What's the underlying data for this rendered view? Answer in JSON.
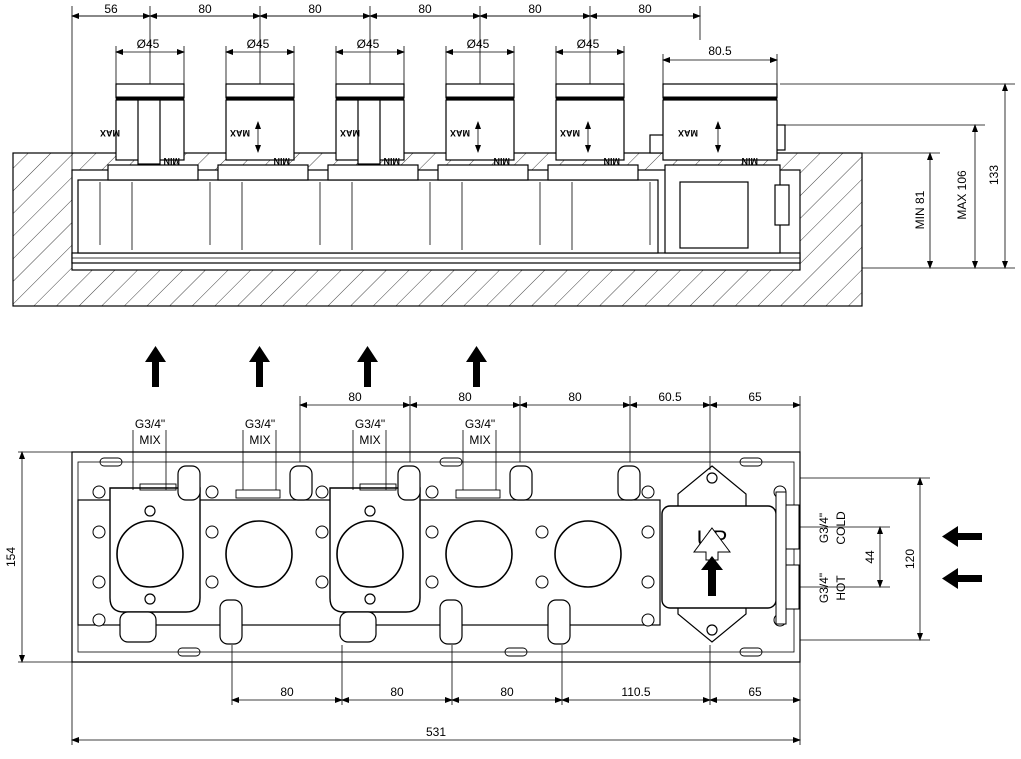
{
  "top_dims": [
    "56",
    "80",
    "80",
    "80",
    "80",
    "80"
  ],
  "diameters": [
    "Ø45",
    "Ø45",
    "Ø45",
    "Ø45",
    "Ø45"
  ],
  "box_width": "80.5",
  "cart_max": "MAX",
  "cart_min": "MIN",
  "dim_min81": "MIN 81",
  "dim_max106": "MAX 106",
  "dim_133": "133",
  "front_top_dims": [
    "80",
    "80",
    "80",
    "60.5",
    "65"
  ],
  "mix_labels": [
    {
      "thread": "G3/4\"",
      "name": "MIX"
    },
    {
      "thread": "G3/4\"",
      "name": "MIX"
    },
    {
      "thread": "G3/4\"",
      "name": "MIX"
    },
    {
      "thread": "G3/4\"",
      "name": "MIX"
    }
  ],
  "up_label": "UP",
  "cold": {
    "thread": "G3/4\"",
    "name": "COLD"
  },
  "hot": {
    "thread": "G3/4\"",
    "name": "HOT"
  },
  "dim_44": "44",
  "dim_120": "120",
  "dim_154": "154",
  "bottom_dims": [
    "80",
    "80",
    "80",
    "110.5",
    "65"
  ],
  "dim_531": "531"
}
